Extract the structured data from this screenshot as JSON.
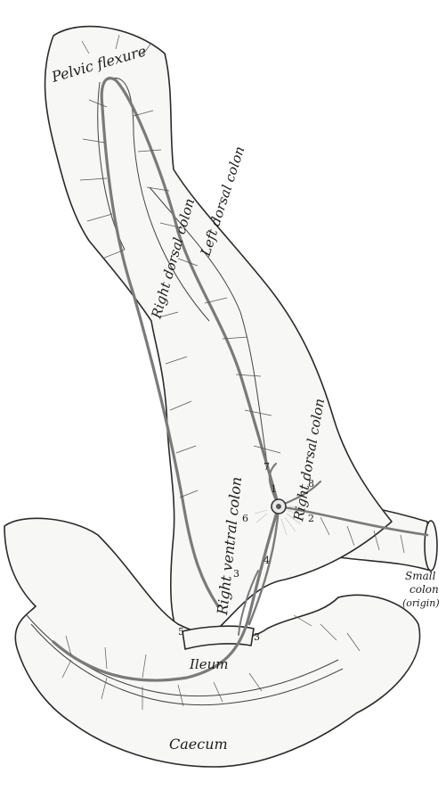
{
  "labels": {
    "pelvic_flexure": "Pelvic flexure",
    "left_dorsal_colon": "Left dorsal colon",
    "right_dorsal_colon_upper": "Right dorsal colon",
    "right_dorsal_colon_lower": "Right dorsal colon",
    "right_ventral_colon": "Right ventral colon",
    "small_colon_1": "Small",
    "small_colon_2": "colon",
    "small_colon_3": "(origin)",
    "ileum": "Ileum",
    "caecum": "Caecum"
  },
  "numbers": {
    "n1": "1",
    "n2": "2",
    "n3a": "3",
    "n3b": "3",
    "n4": "4",
    "n5": "5",
    "n6": "6",
    "n7": "7",
    "n8": "8"
  }
}
